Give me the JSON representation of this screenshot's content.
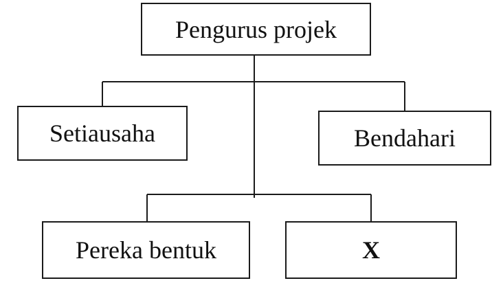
{
  "org_chart": {
    "root": {
      "label": "Pengurus projek"
    },
    "level1": [
      {
        "label": "Setiausaha"
      },
      {
        "label": "Bendahari"
      }
    ],
    "level2": [
      {
        "label": "Pereka bentuk"
      },
      {
        "label": "X"
      }
    ]
  },
  "colors": {
    "line": "#1a1a1a",
    "box_border": "#1a1a1a",
    "background": "#ffffff"
  }
}
